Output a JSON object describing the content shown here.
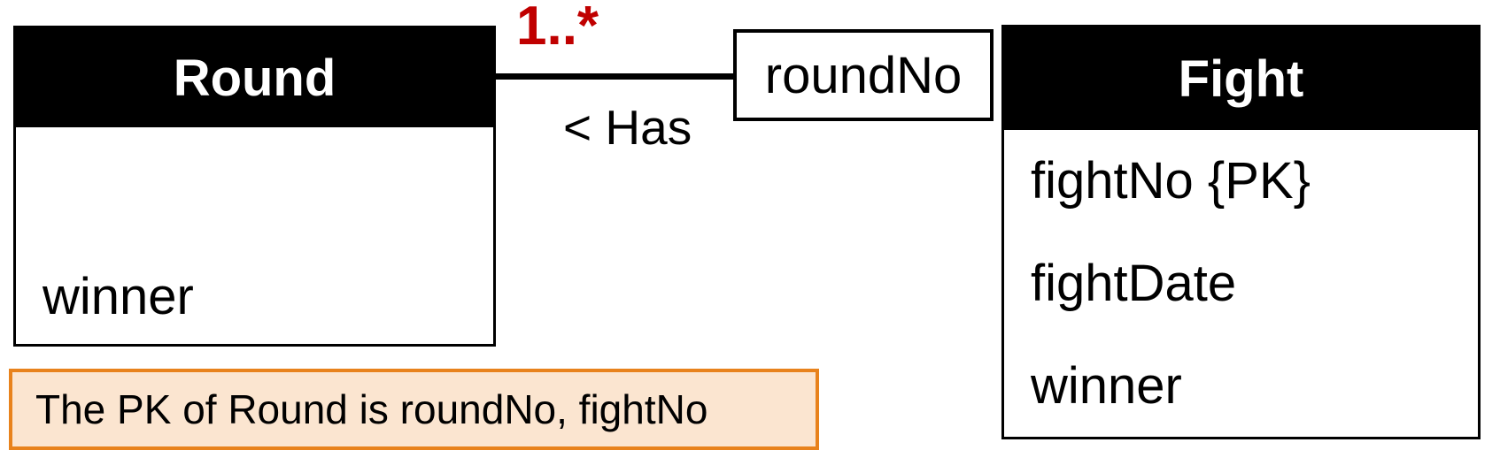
{
  "diagram": {
    "entities": [
      {
        "name": "Round",
        "attributes": [
          "winner"
        ]
      },
      {
        "name": "Fight",
        "attributes": [
          "fightNo {PK}",
          "fightDate",
          "winner"
        ]
      }
    ],
    "relationship": {
      "multiplicity": "1..*",
      "label": "< Has",
      "association_attribute": "roundNo"
    },
    "note": {
      "text": "The PK of Round is roundNo, fightNo"
    },
    "colors": {
      "entity_header_bg": "#000000",
      "entity_header_text": "#ffffff",
      "entity_border": "#000000",
      "multiplicity_text": "#c00000",
      "note_bg": "#fbe5d0",
      "note_border": "#e8821c",
      "line": "#000000",
      "background": "#ffffff"
    }
  }
}
